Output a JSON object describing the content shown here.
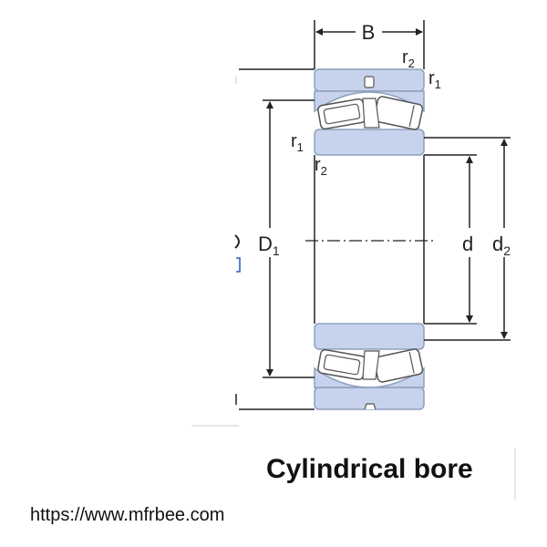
{
  "diagram": {
    "labels": {
      "width": "B",
      "r1": "r",
      "r2": "r",
      "sub1": "1",
      "sub2": "2",
      "outer": "D",
      "inner": "d",
      "shoulder": "d"
    },
    "colors": {
      "ring_fill": "#c7d3ec",
      "ring_stroke": "#8f9fbf",
      "roller_fill": "#ffffff",
      "line": "#222222",
      "edge_mark": "#2b63b8"
    }
  },
  "caption": "Cylindrical bore",
  "footer_url": "https://www.mfrbee.com"
}
